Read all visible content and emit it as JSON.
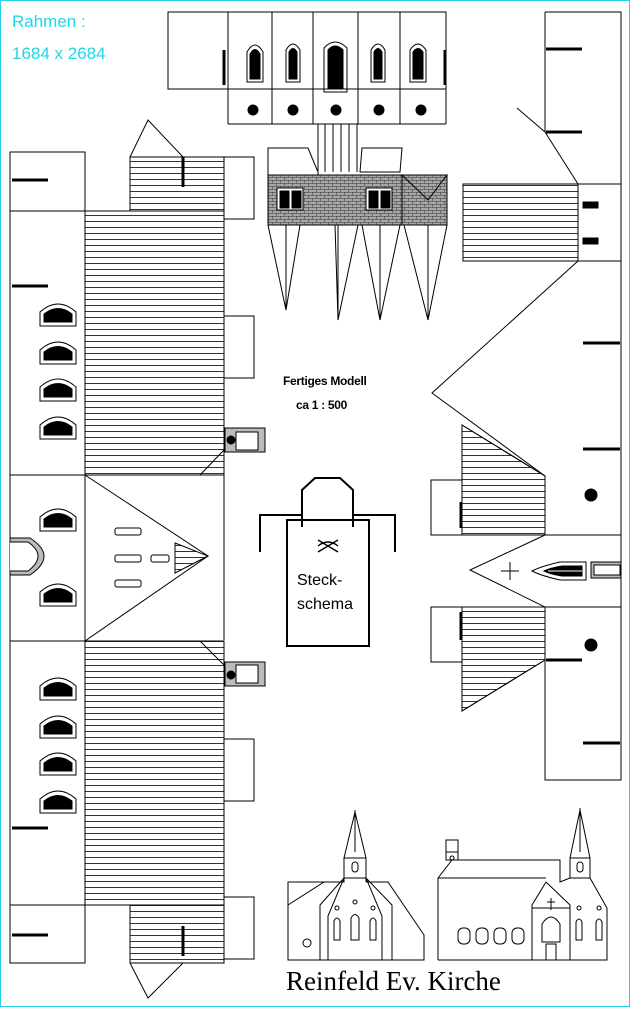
{
  "frame": {
    "label": "Rahmen :",
    "size": "1684 x 2684",
    "color": "#1ed6e8"
  },
  "model_note": {
    "line1": "Fertiges Modell",
    "line2": "ca 1 : 500"
  },
  "assembly": {
    "line1": "Steck-",
    "line2": "schema"
  },
  "title": "Reinfeld Ev. Kirche",
  "colors": {
    "outline": "#000000",
    "roof_tile_fill": "#a6a6a6",
    "window_fill": "#000000",
    "door_fill": "#bbbbbb"
  }
}
